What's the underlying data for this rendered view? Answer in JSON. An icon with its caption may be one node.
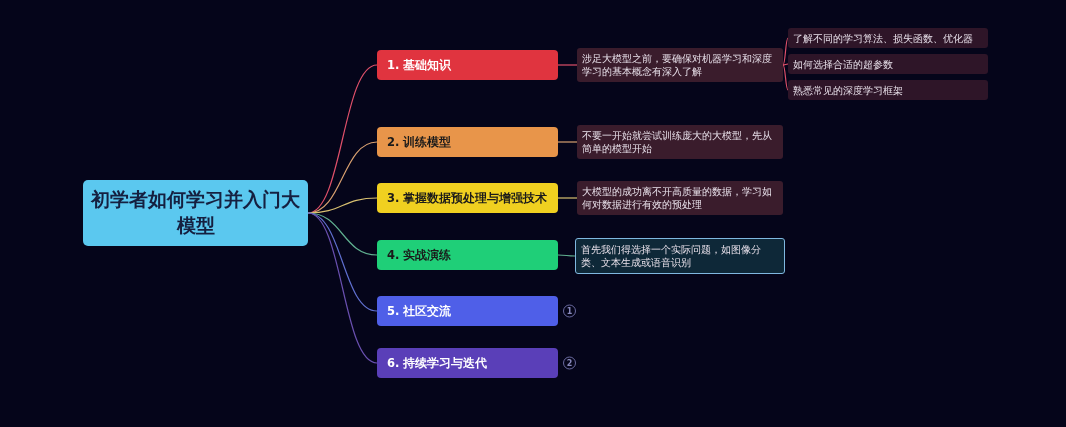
{
  "diagram": {
    "nodes": [
      {
        "text": [
          "初学者如何学习并入门大模型"
        ]
      },
      {
        "text": [
          "1. 基础知识"
        ]
      },
      {
        "text": [
          "涉足大模型之前，要确保对机器学习和深度学习的基本概念有深入了解"
        ]
      },
      {
        "text": [
          "了解不同的学习算法、损失函数、优化器"
        ]
      },
      {
        "text": [
          "如何选择合适的超参数"
        ]
      },
      {
        "text": [
          "熟悉常见的深度学习框架"
        ]
      },
      {
        "text": [
          "2. 训练模型"
        ]
      },
      {
        "text": [
          "不要一开始就尝试训练庞大的大模型，先从简单的模型开始"
        ]
      },
      {
        "text": [
          "3. 掌握数据预处理与增强技术"
        ]
      },
      {
        "text": [
          "大模型的成功离不开高质量的数据，学习如何对数据进行有效的预处理"
        ]
      },
      {
        "text": [
          "4. 实战演练"
        ]
      },
      {
        "text": [
          "首先我们得选择一个实际问题，如图像分类、文本生成或语音识别"
        ]
      },
      {
        "text": [
          "5. 社区交流"
        ],
        "beside": [
          "1"
        ]
      },
      {
        "text": [
          "6. 持续学习与迭代"
        ],
        "beside": [
          "2"
        ]
      }
    ],
    "edges": [
      {
        "from": 0,
        "to": 1,
        "arrow": "none",
        "color": "#e0506a"
      },
      {
        "from": 1,
        "to": 2,
        "arrow": "none",
        "color": "#e0506a"
      },
      {
        "from": 2,
        "to": 3,
        "arrow": "none",
        "color": "#e0506a"
      },
      {
        "from": 2,
        "to": 4,
        "arrow": "none",
        "color": "#e0506a"
      },
      {
        "from": 2,
        "to": 5,
        "arrow": "none",
        "color": "#e0506a"
      },
      {
        "from": 0,
        "to": 6,
        "arrow": "none",
        "color": "#d8a070"
      },
      {
        "from": 6,
        "to": 7,
        "arrow": "none",
        "color": "#d8a070"
      },
      {
        "from": 0,
        "to": 8,
        "arrow": "none",
        "color": "#d8c070"
      },
      {
        "from": 8,
        "to": 9,
        "arrow": "none",
        "color": "#d8c070"
      },
      {
        "from": 0,
        "to": 10,
        "arrow": "none",
        "color": "#60b090"
      },
      {
        "from": 10,
        "to": 11,
        "arrow": "none",
        "color": "#60b090"
      },
      {
        "from": 0,
        "to": 12,
        "arrow": "none",
        "color": "#6070d0"
      },
      {
        "from": 0,
        "to": 13,
        "arrow": "none",
        "color": "#6a50b0"
      }
    ]
  }
}
